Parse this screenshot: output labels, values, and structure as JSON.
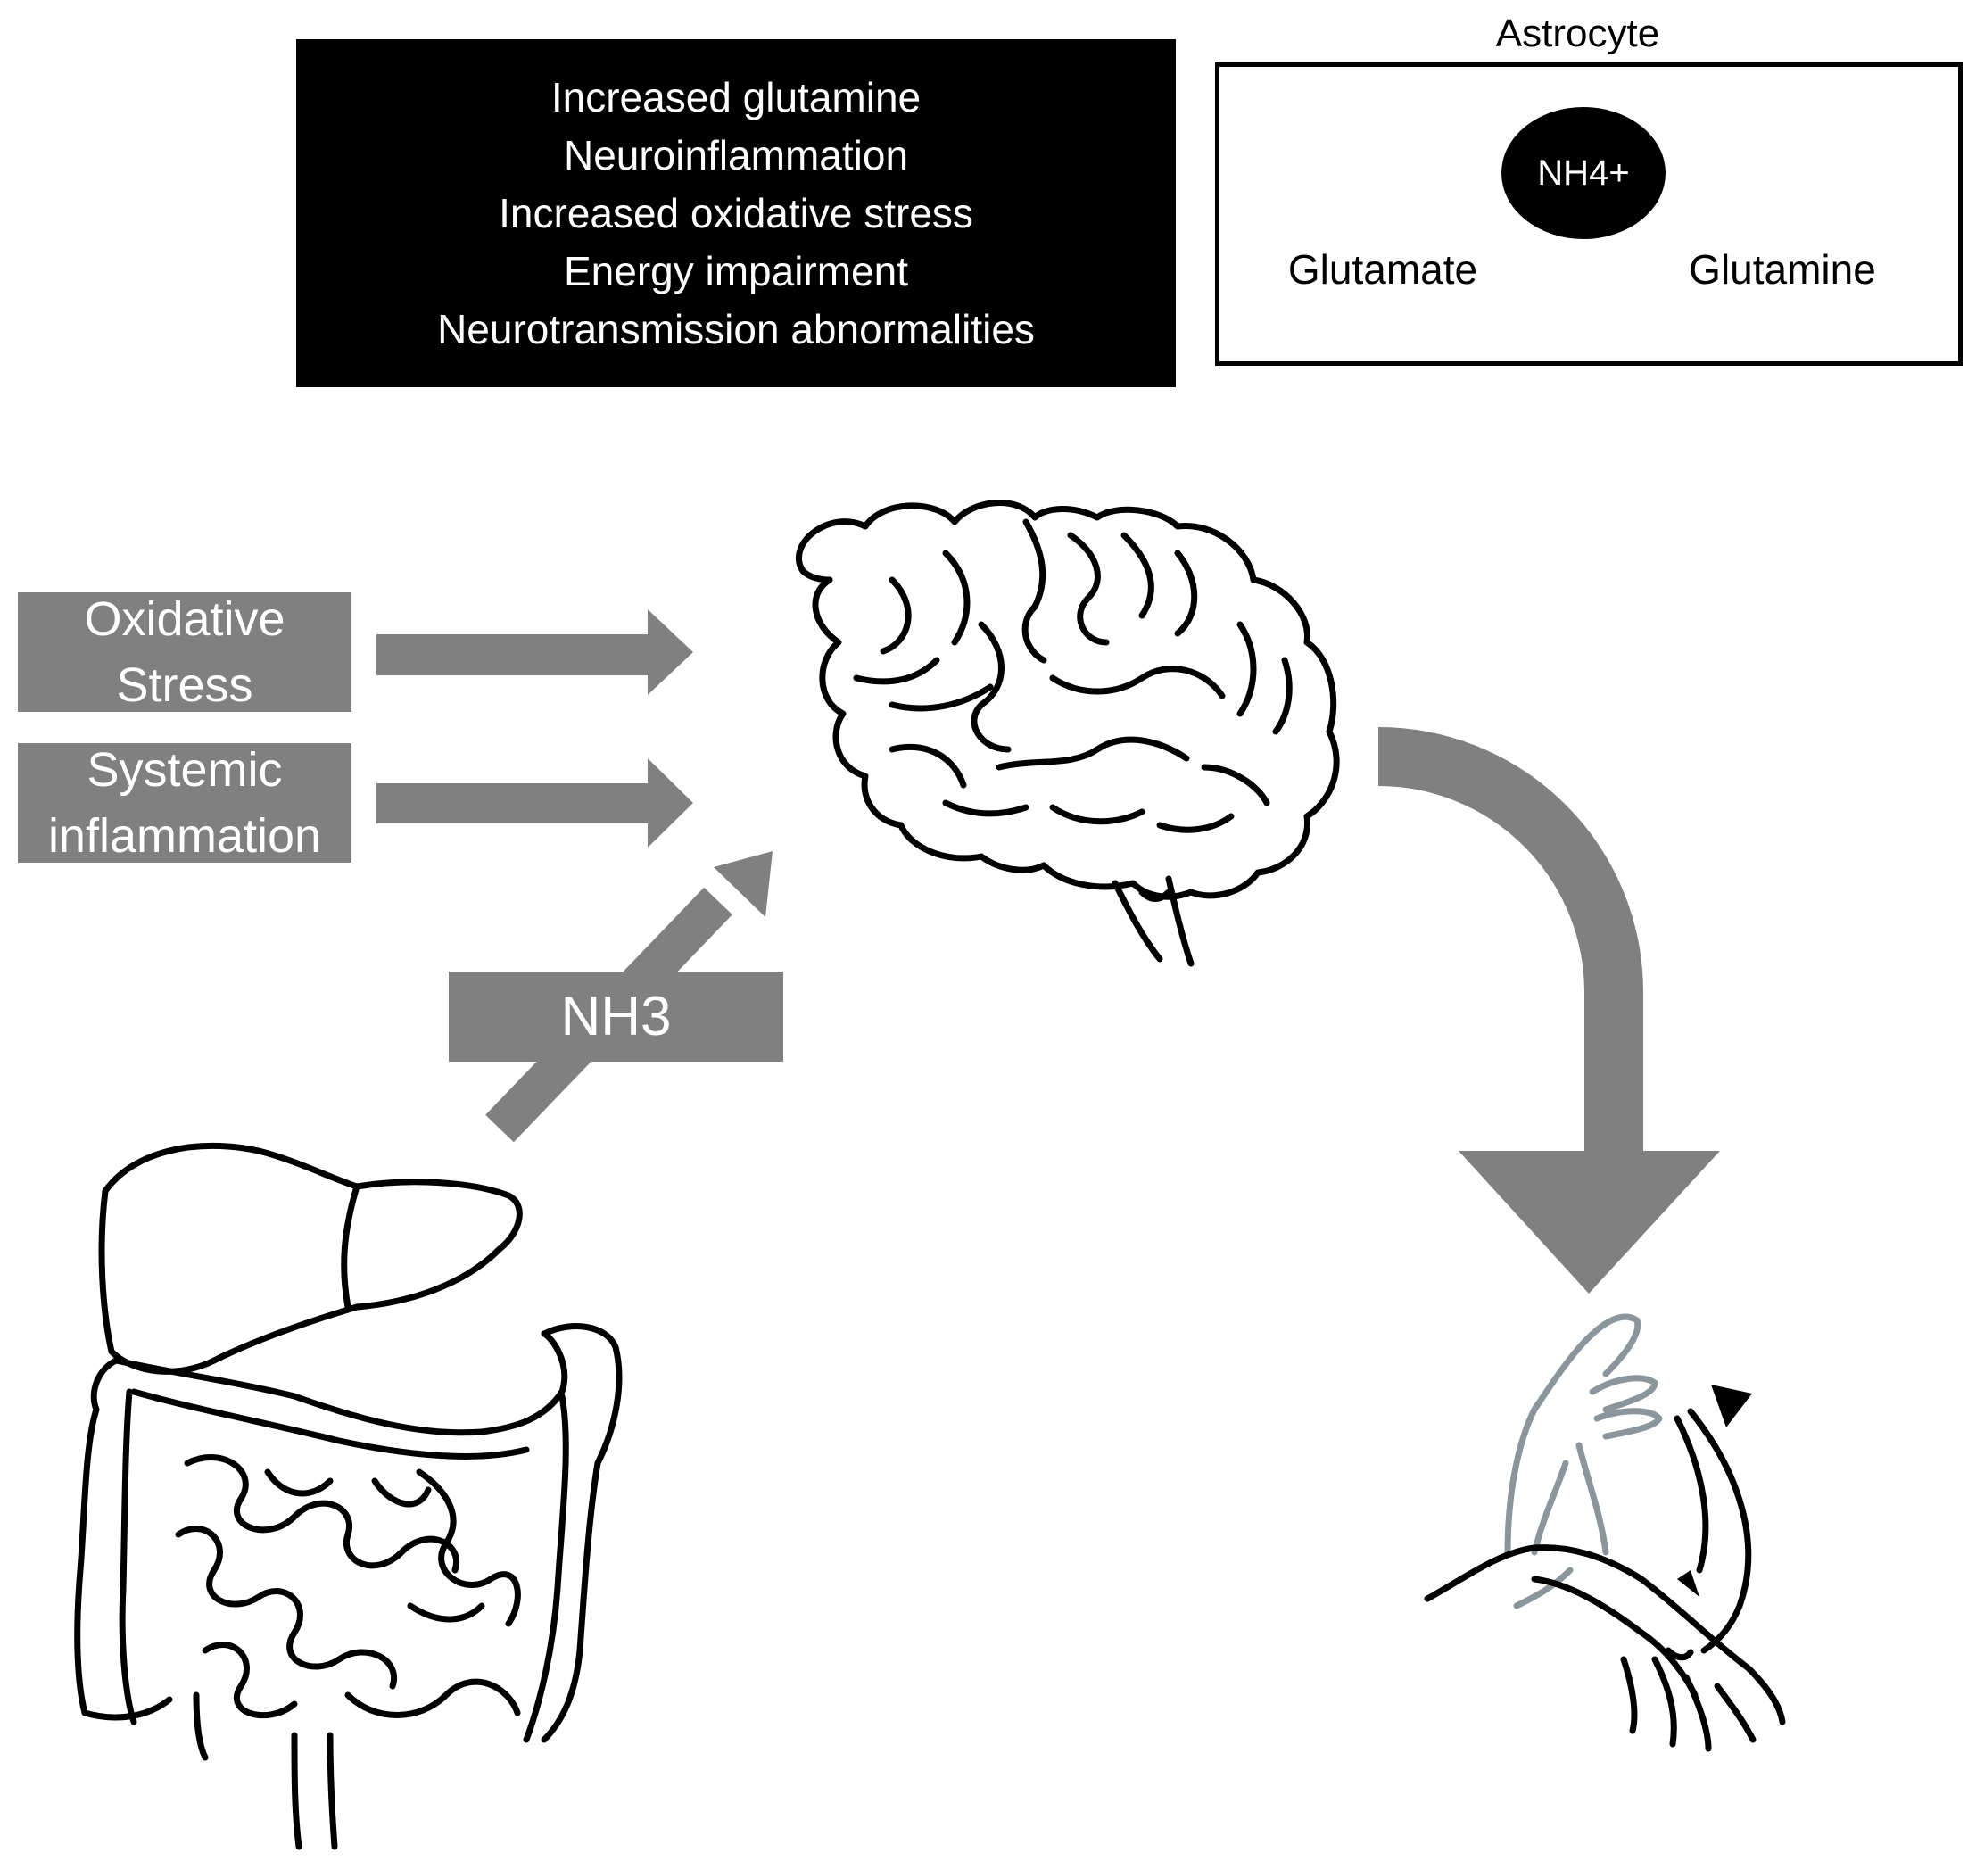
{
  "effects": {
    "lines": [
      "Increased glutamine",
      "Neuroinflammation",
      "Increased oxidative stress",
      "Energy impairment",
      "Neurotransmission abnormalities"
    ]
  },
  "astrocyte": {
    "label": "Astrocyte",
    "ion": "NH4+",
    "substrate": "Glutamate",
    "product": "Glutamine"
  },
  "inputs": {
    "oxidative": [
      "Oxidative",
      "Stress"
    ],
    "systemic": [
      "Systemic",
      "inflammation"
    ],
    "ammonia": "NH3"
  },
  "colors": {
    "grey": "#808080",
    "black": "#000000",
    "hand_ghost": "#8a959c"
  },
  "icons": [
    "brain-icon",
    "digestive-system-icon",
    "flapping-hand-icon"
  ]
}
